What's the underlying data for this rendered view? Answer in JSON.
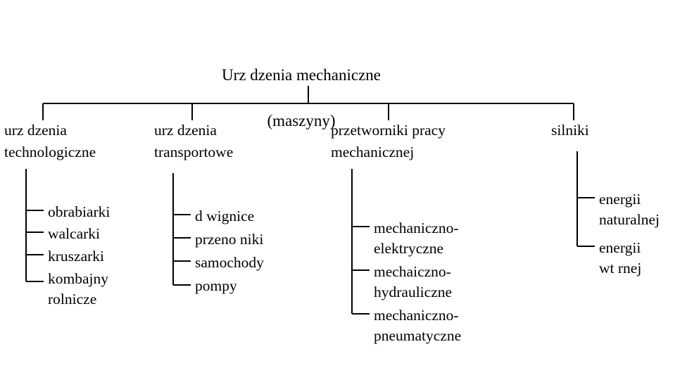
{
  "diagram": {
    "type": "tree",
    "orientation": "top-down",
    "language": "pl",
    "note_rendering": "Polish diacritics (a-ogonek, z-acute, s-acute, o-acute) failed to render and appear as blank gaps",
    "colors": {
      "background": "#ffffff",
      "stroke": "#000000",
      "text": "#000000"
    },
    "root": {
      "line1": "Urz  dzenia mechaniczne",
      "line2": "(maszyny)"
    },
    "branches": [
      {
        "id": "technologiczne",
        "label": "urz  dzenia\ntechnologiczne",
        "leaves": [
          "obrabiarki",
          "walcarki",
          "kruszarki",
          "kombajny\nrolnicze"
        ]
      },
      {
        "id": "transportowe",
        "label": "urz  dzenia\ntransportowe",
        "leaves": [
          "d  wignice",
          "przeno  niki",
          "samochody",
          "pompy"
        ]
      },
      {
        "id": "przetworniki",
        "label": "przetworniki pracy\nmechanicznej",
        "leaves": [
          "mechaniczno-\nelektryczne",
          "mechaiczno-\nhydrauliczne",
          "mechaniczno-\npneumatyczne"
        ]
      },
      {
        "id": "silniki",
        "label": "silniki",
        "leaves": [
          "energii\nnaturalnej",
          "energii\nwt  rnej"
        ]
      }
    ]
  }
}
